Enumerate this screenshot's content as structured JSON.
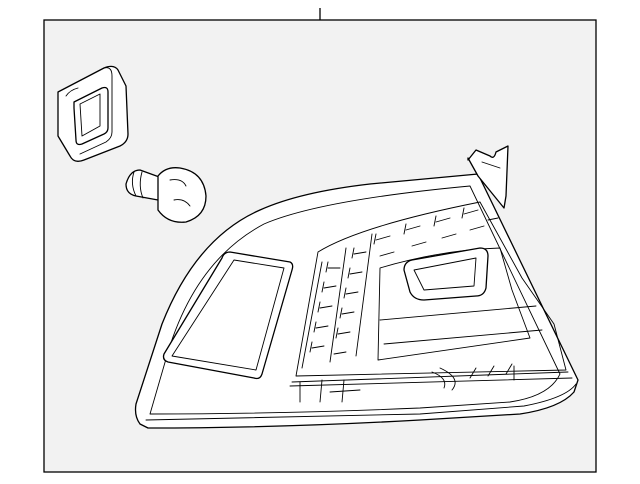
{
  "diagram": {
    "background_color": "#f2f2f2",
    "line_color": "#000000",
    "parts": [
      {
        "id": "socket-seal",
        "icon": "rubber-seal-icon"
      },
      {
        "id": "bulb",
        "icon": "bulb-icon"
      },
      {
        "id": "tail-lamp-assembly",
        "icon": "tail-lamp-icon"
      }
    ]
  }
}
